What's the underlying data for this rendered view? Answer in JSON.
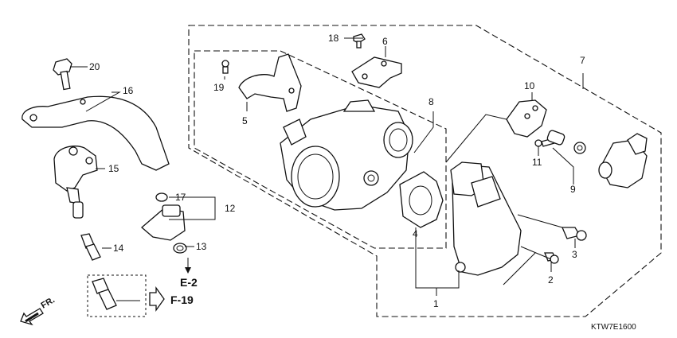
{
  "callouts": {
    "c1": "1",
    "c2": "2",
    "c3": "3",
    "c4": "4",
    "c5": "5",
    "c6": "6",
    "c7": "7",
    "c8": "8",
    "c9": "9",
    "c10": "10",
    "c11": "11",
    "c12": "12",
    "c13": "13",
    "c14": "14",
    "c15": "15",
    "c16": "16",
    "c17": "17",
    "c18": "18",
    "c19": "19",
    "c20": "20"
  },
  "refs": {
    "e2": "E-2",
    "f19": "F-19",
    "front": "FR."
  },
  "diagram_code": "KTW7E1600"
}
